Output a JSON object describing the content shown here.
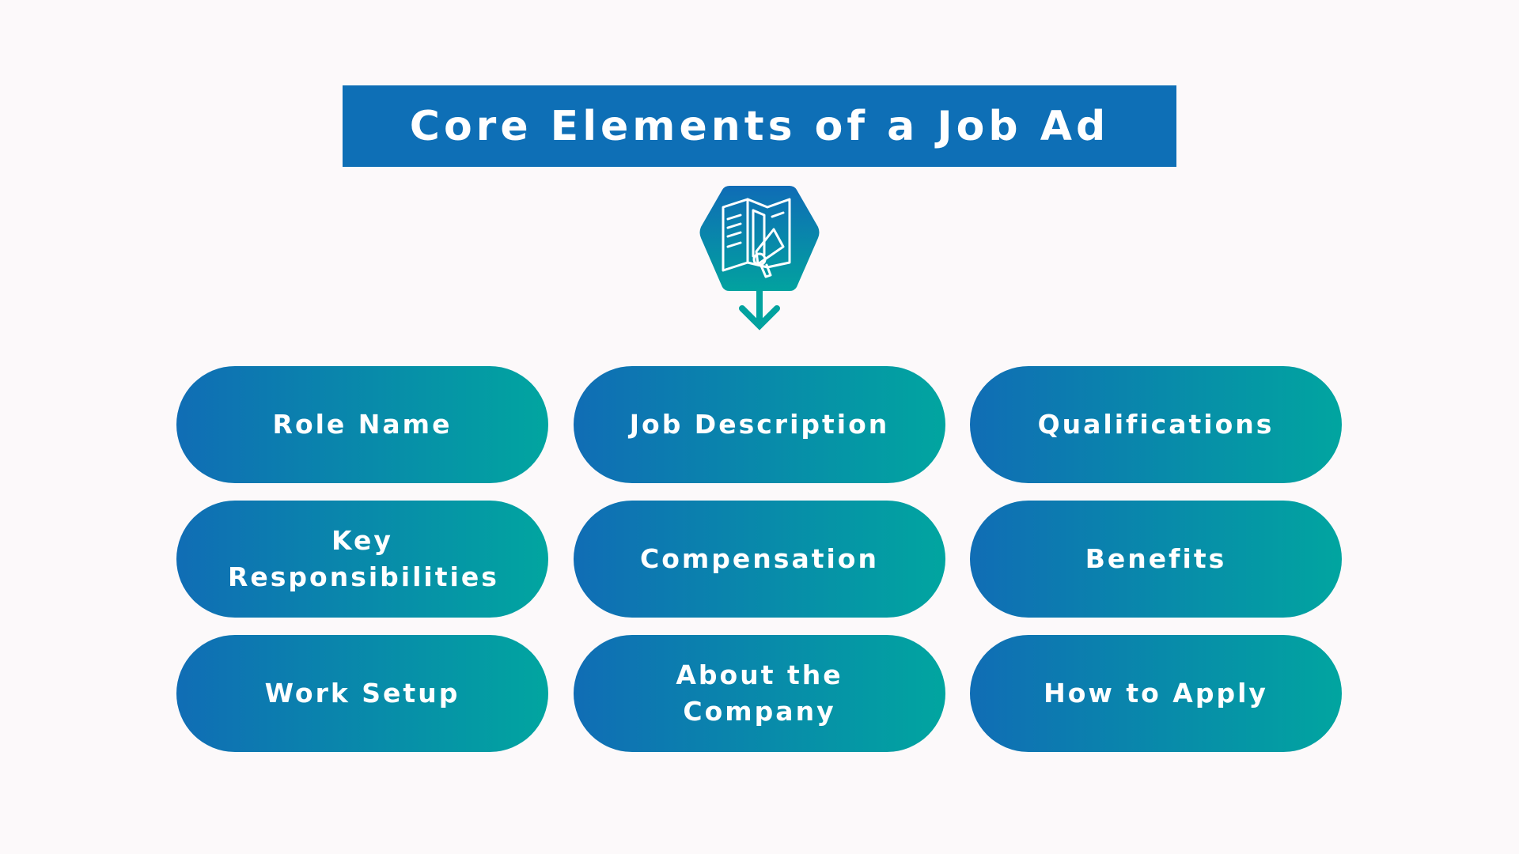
{
  "title": "Core Elements of a Job Ad",
  "icon": "job-ad-megaphone-icon",
  "colors": {
    "blue": "#0e6fb6",
    "teal": "#01a5a0",
    "background": "#fcf9fa"
  },
  "elements": [
    {
      "label": "Role Name"
    },
    {
      "label": "Job Description"
    },
    {
      "label": "Qualifications"
    },
    {
      "label": "Key Responsibilities"
    },
    {
      "label": "Compensation"
    },
    {
      "label": "Benefits"
    },
    {
      "label": "Work Setup"
    },
    {
      "label": "About the Company"
    },
    {
      "label": "How to Apply"
    }
  ]
}
